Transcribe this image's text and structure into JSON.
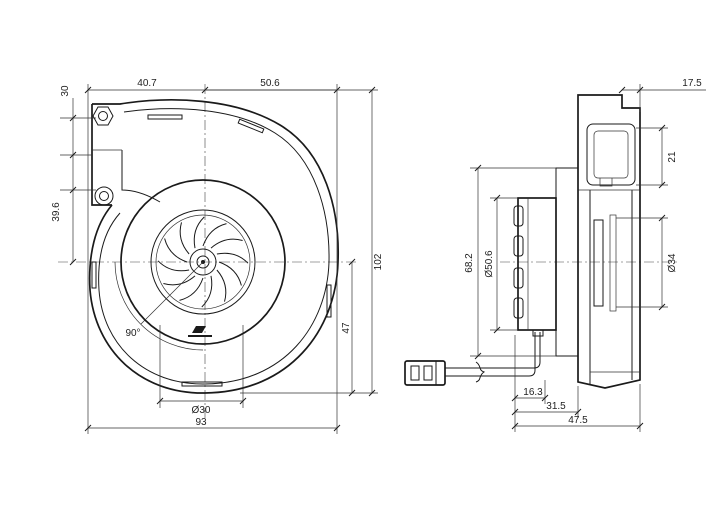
{
  "front_view": {
    "dims": {
      "width_left": "40.7",
      "width_right": "50.6",
      "outlet_height": "30",
      "outlet_offset": "39.6",
      "height_total": "102",
      "height_lower": "47",
      "angle": "90°",
      "inlet_diameter": "Ø30",
      "width_total": "93"
    }
  },
  "side_view": {
    "dims": {
      "top_depth": "17.5",
      "flange": "21",
      "hub_diameter": "Ø34",
      "motor_height": "68.2",
      "motor_diameter": "Ø50.6",
      "depth_a": "16.3",
      "depth_b": "31.5",
      "depth_total": "47.5"
    }
  }
}
